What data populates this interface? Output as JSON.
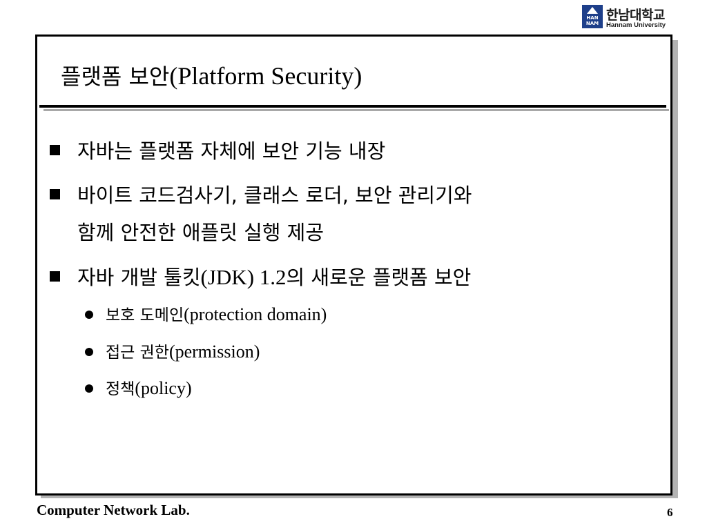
{
  "logo": {
    "mark_text_1": "HAN",
    "mark_text_2": "NAM",
    "name_ko": "한남대학교",
    "name_en": "Hannam University",
    "color": "#1e3f8a"
  },
  "slide": {
    "title_ko": "플랫폼 보안",
    "title_en": "(Platform Security)",
    "bullets": [
      {
        "ko": "자바는 플랫폼 자체에 보안 기능 내장"
      },
      {
        "line1": "바이트 코드검사기, 클래스 로더, 보안 관리기와",
        "line2": "함께 안전한 애플릿 실행 제공"
      },
      {
        "ko_a": "자바 개발 툴킷",
        "en": "(JDK) 1.2",
        "ko_b": "의 새로운 플랫폼 보안"
      }
    ],
    "sub_bullets": [
      {
        "ko": "보호 도메인",
        "en": "(protection domain)"
      },
      {
        "ko": "접근 권한",
        "en": "(permission)"
      },
      {
        "ko": "정책",
        "en": "(policy)"
      }
    ]
  },
  "footer": {
    "lab": "Computer Network Lab.",
    "page_number": "6"
  }
}
